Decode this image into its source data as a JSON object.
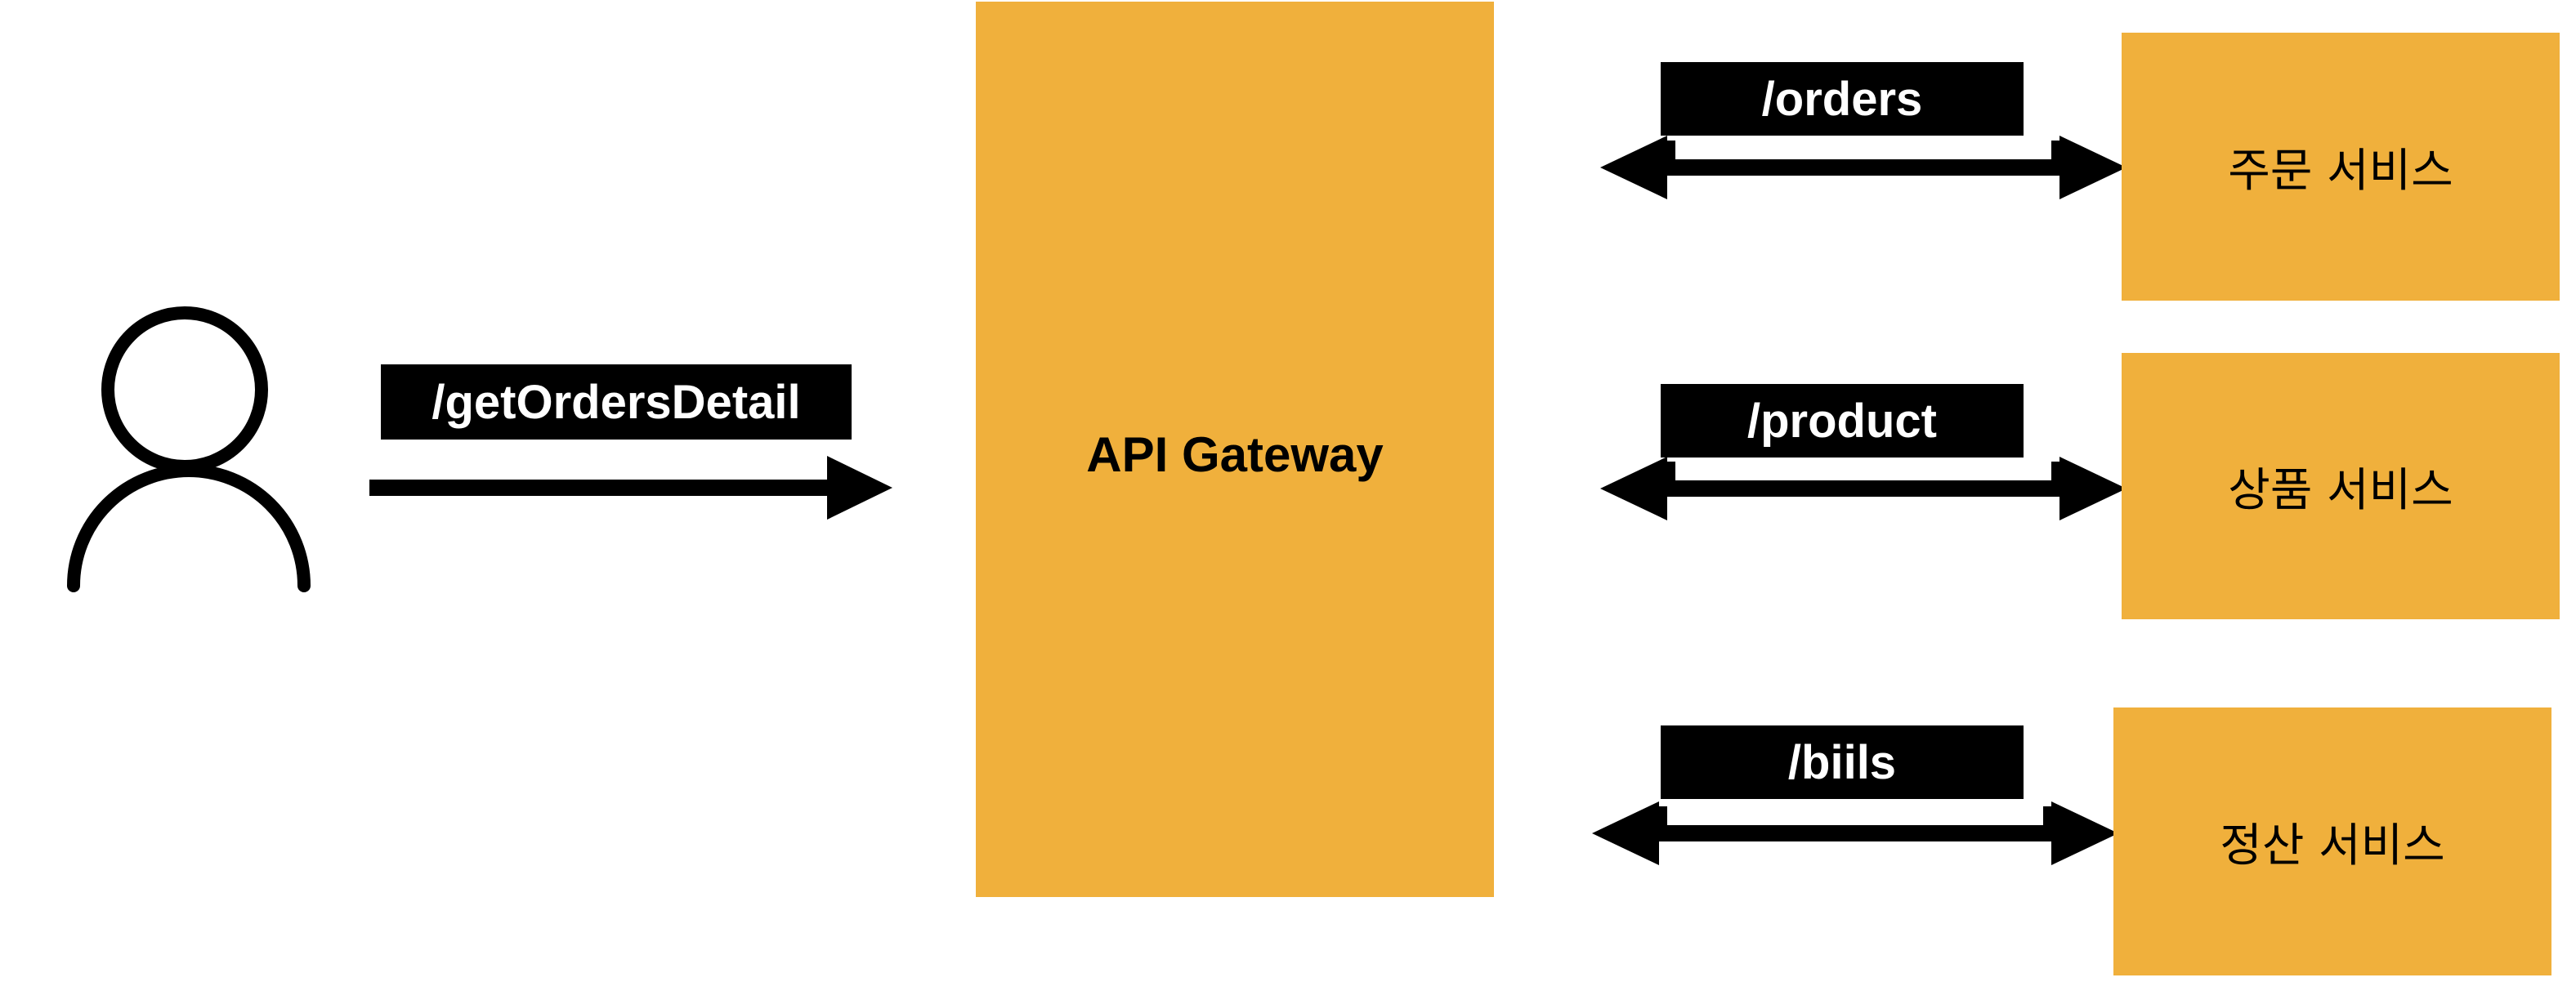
{
  "colors": {
    "box_fill": "#F0B03C",
    "arrow": "#000000",
    "label_bg": "#000000",
    "label_text": "#FFFFFF"
  },
  "client": {
    "icon": "user-icon",
    "request_label": "/getOrdersDetail"
  },
  "gateway": {
    "label": "API Gateway"
  },
  "routes": [
    {
      "label": "/orders",
      "service": "주문 서비스"
    },
    {
      "label": "/product",
      "service": "상품 서비스"
    },
    {
      "label": "/biils",
      "service": "정산 서비스"
    }
  ]
}
